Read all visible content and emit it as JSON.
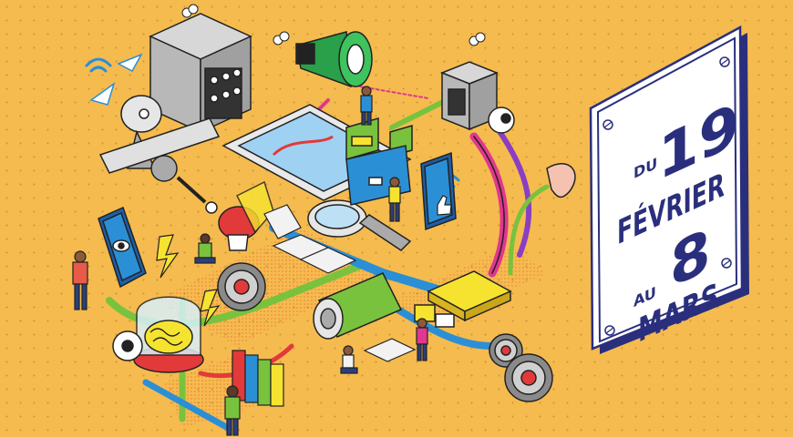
{
  "poster": {
    "date_range": {
      "from_word": "DU",
      "from_day": "19",
      "month_from": "FÉVRIER",
      "to_word": "AU",
      "to_day": "8",
      "month_to": "MARS"
    }
  },
  "colors": {
    "background": "#f5bb4f",
    "plaque": "#ffffff",
    "plaque_border": "#2a2f7d",
    "text": "#2a2f7d",
    "accent_green": "#78c23e",
    "accent_blue": "#2b8fd6",
    "accent_red": "#e23a3a",
    "accent_magenta": "#e0378f"
  },
  "illustration": {
    "icons": [
      "megaphone-icon",
      "eye-icon",
      "ear-icon",
      "brain-icon",
      "boxing-glove-icon",
      "magnifier-icon",
      "wifi-icon",
      "paper-plane-icon",
      "newspaper-icon",
      "book-icon",
      "speech-bubble-icon",
      "gear-icon",
      "lightning-icon",
      "satellite-dish-icon",
      "thumbs-up-icon"
    ]
  }
}
